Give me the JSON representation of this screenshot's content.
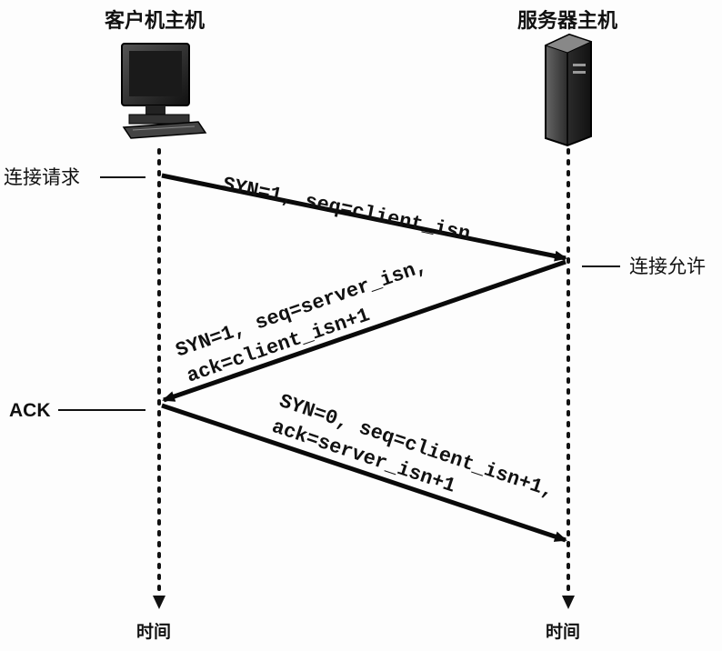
{
  "hosts": {
    "client": "客户机主机",
    "server": "服务器主机"
  },
  "icons": {
    "client": "desktop-computer-icon",
    "server": "server-tower-icon"
  },
  "annotations": {
    "connection_request": "连接请求",
    "connection_granted": "连接允许",
    "ack": "ACK"
  },
  "messages": {
    "syn": {
      "line1": "SYN=1, seq=client_isn"
    },
    "synack": {
      "line1": "SYN=1, seq=server_isn,",
      "line2": "ack=client_isn+1"
    },
    "ack": {
      "line1": "SYN=0, seq=client_isn+1,",
      "line2": "ack=server_isn+1"
    }
  },
  "time_labels": {
    "client": "时间",
    "server": "时间"
  },
  "colors": {
    "ink": "#111111",
    "arrow": "#0a0a0a"
  }
}
